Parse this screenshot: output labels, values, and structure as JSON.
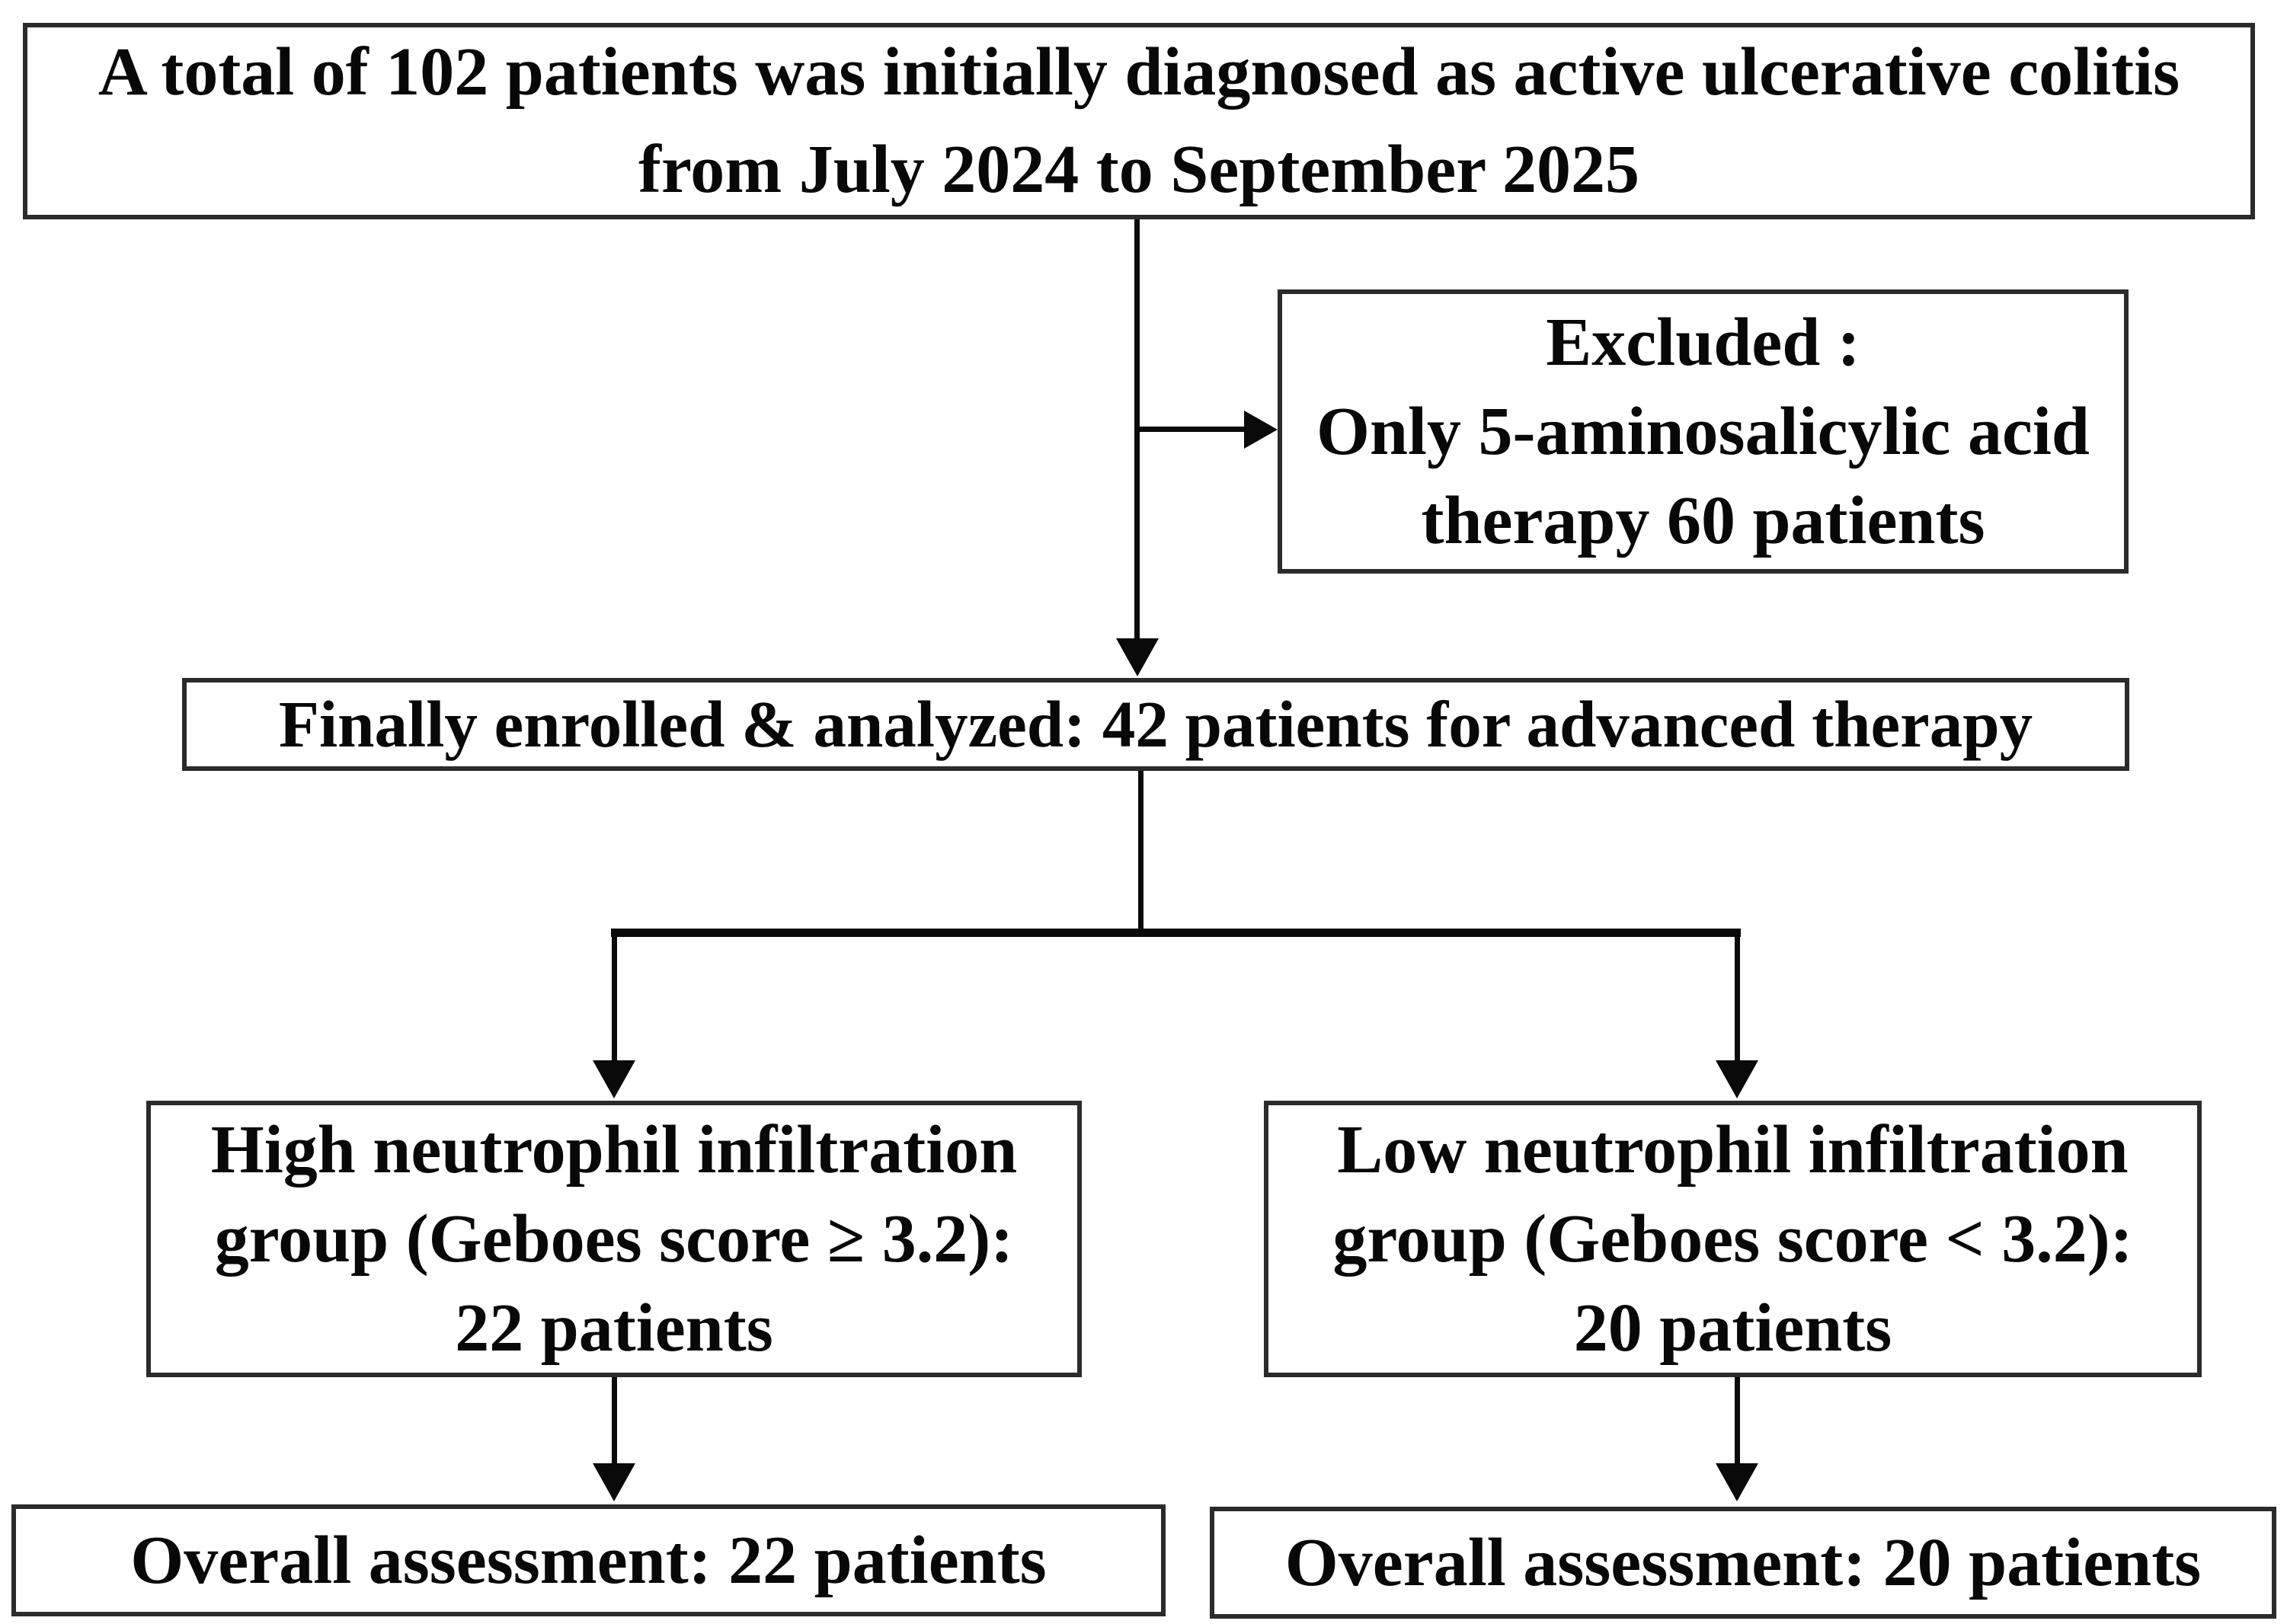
{
  "page": {
    "background": "#ffffff",
    "kind": "patient-enrollment-flow-diagram"
  },
  "flowchart": {
    "colors": {
      "box_border": "#2b2b2b",
      "box_background": "#ffffff",
      "line": "#0a0a0a",
      "text": "#080808"
    },
    "patient_counts": {
      "initial": 102,
      "excluded": 60,
      "enrolled": 42,
      "high_neutrophil_group": 22,
      "low_neutrophil_group": 20,
      "overall_assessment_high": 22,
      "overall_assessment_low": 20
    },
    "boxes": {
      "initial_cohort": {
        "lines": [
          "A total of 102 patients was initially diagnosed as active ulcerative colitis",
          "from July 2024 to September 2025"
        ]
      },
      "excluded": {
        "lines": [
          "Excluded :",
          "Only 5-aminosalicylic acid",
          "therapy 60 patients"
        ]
      },
      "enrolled": {
        "lines": [
          "Finally enrolled & analyzed: 42 patients for advanced therapy"
        ]
      },
      "high_neutrophil_group": {
        "lines": [
          "High neutrophil infiltration",
          "group (Geboes score ≥ 3.2):",
          "22 patients"
        ]
      },
      "low_neutrophil_group": {
        "lines": [
          "Low neutrophil infiltration",
          "group (Geboes score < 3.2):",
          "20 patients"
        ]
      },
      "overall_assessment_high": {
        "lines": [
          "Overall assessment: 22 patients"
        ]
      },
      "overall_assessment_low": {
        "lines": [
          "Overall assessment: 20 patients"
        ]
      }
    }
  }
}
